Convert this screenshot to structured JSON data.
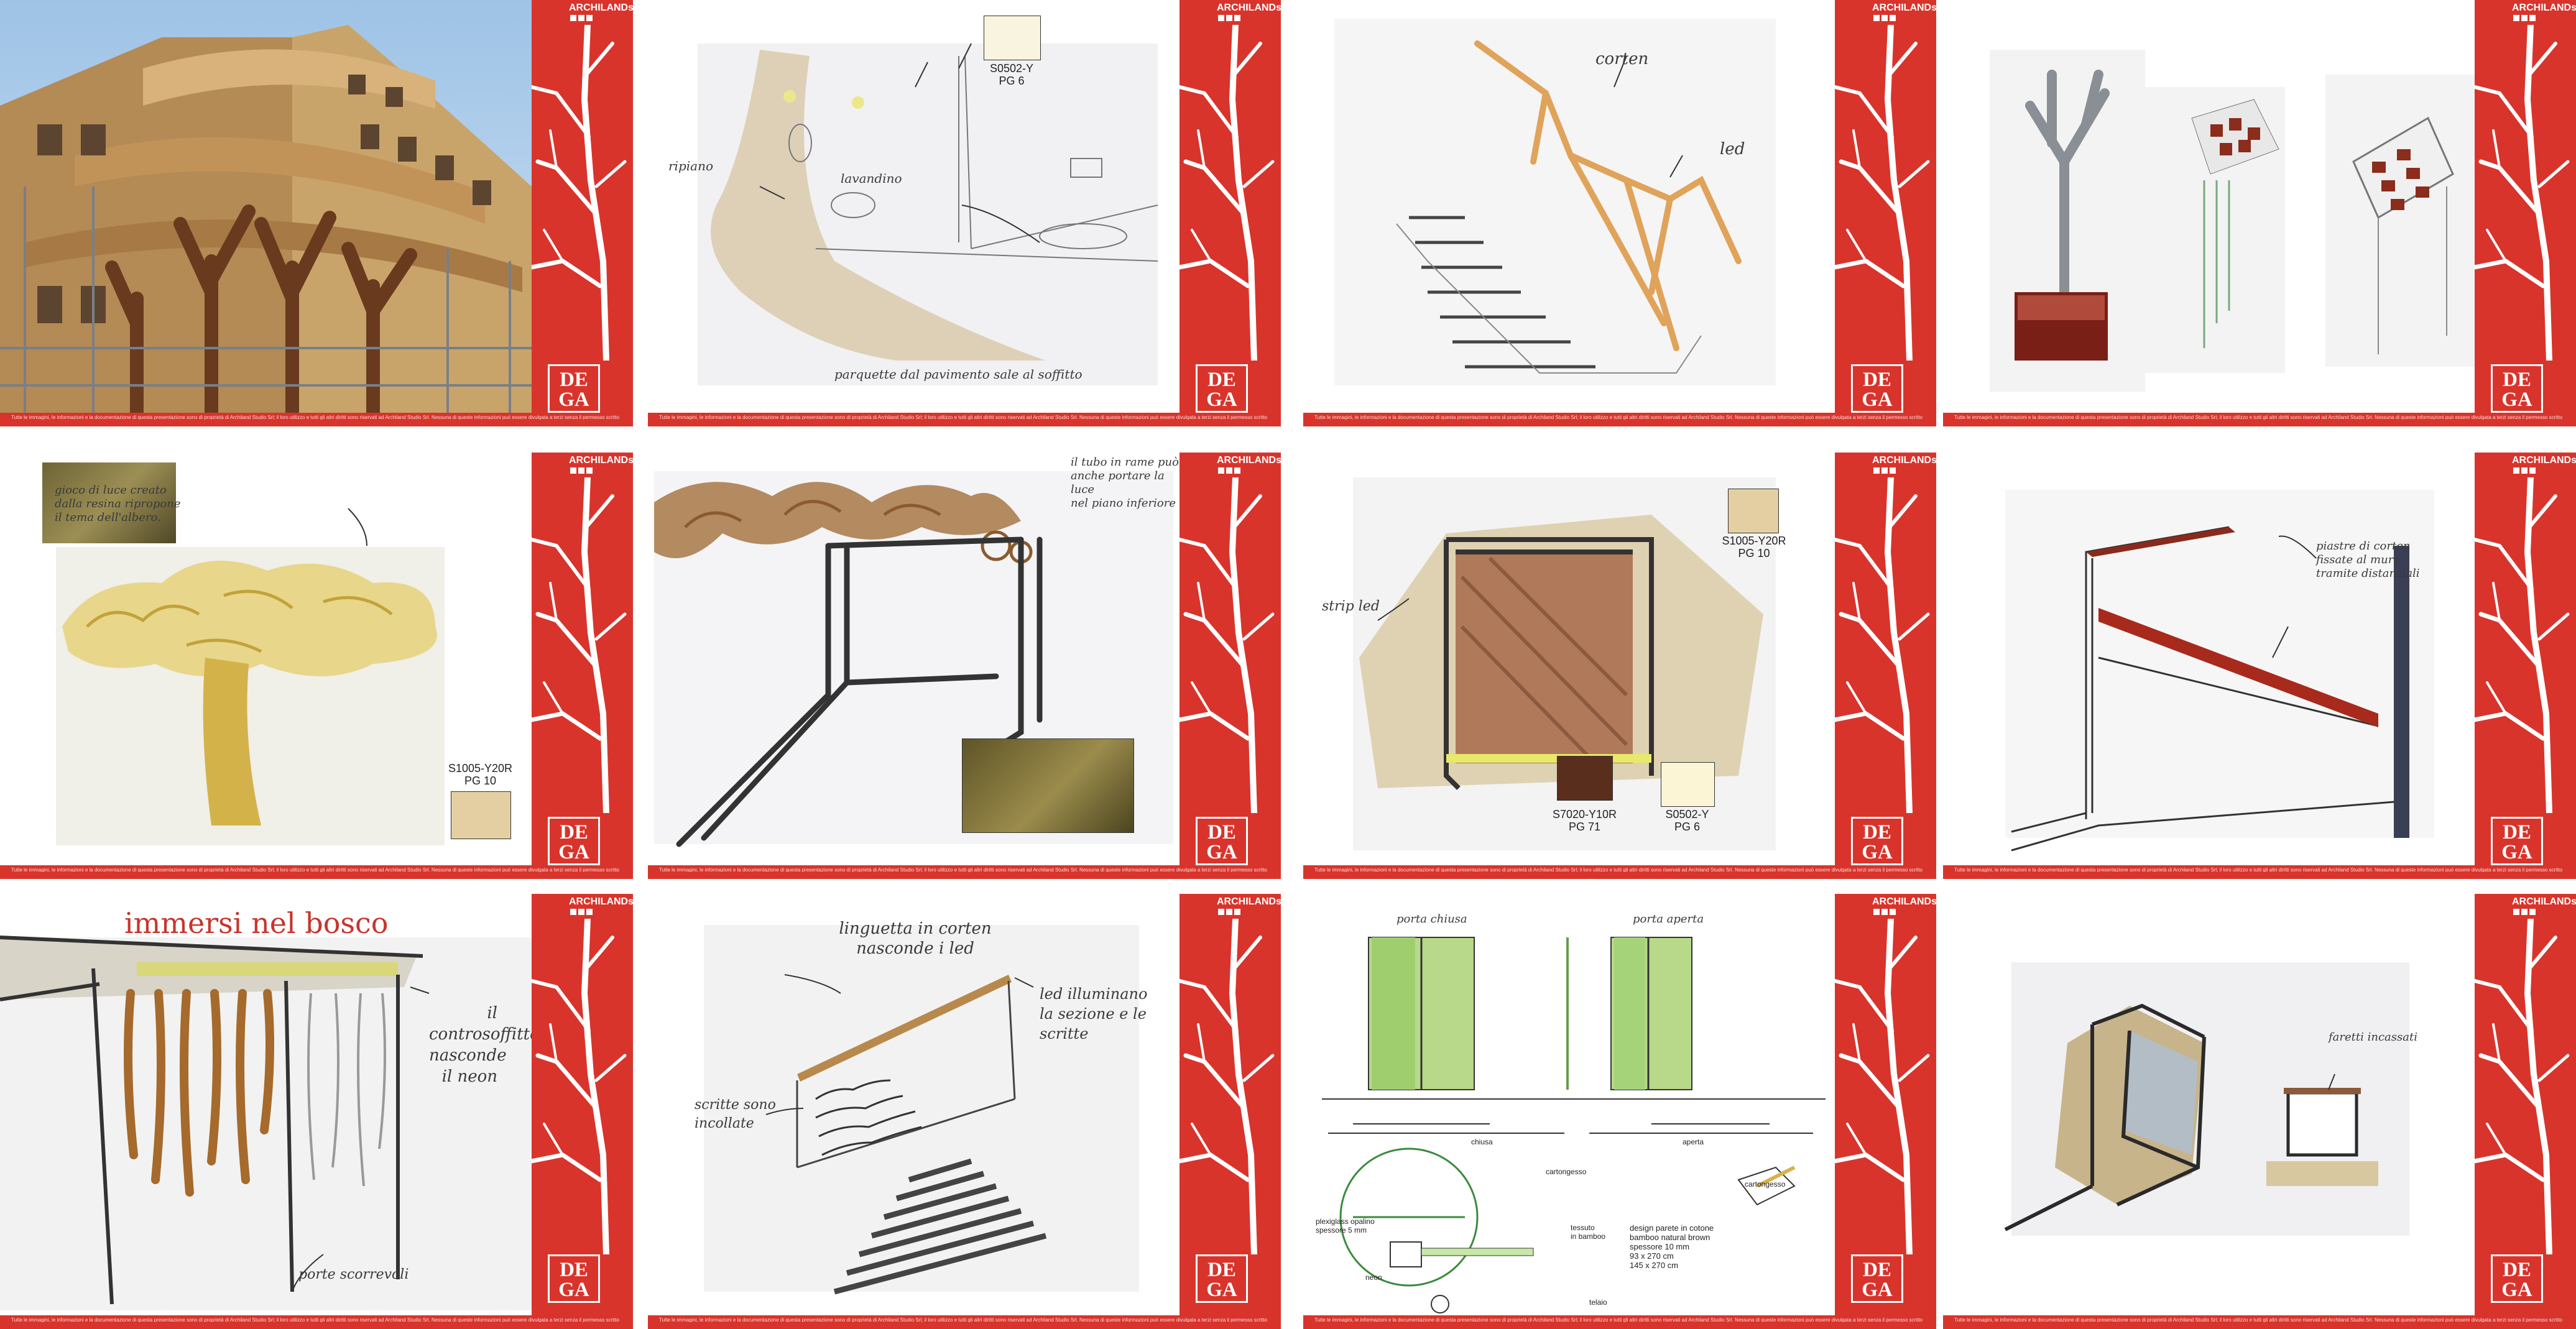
{
  "brand": {
    "studio_logo": "ARCHILANDstudio",
    "dega_logo_line1": "DE",
    "dega_logo_line2": "GA",
    "accent_color": "#d8342c"
  },
  "footer_disclaimer": "Tutte le immagini, le informazioni e la documentazione di questa presentazione sono di proprietà di Archiland Studio Srl; il loro utilizzo e tutti gli altri diritti sono riservati ad Archiland Studio Srl. Nessuna di queste informazioni può essere divulgata a terzi senza il permesso scritto di Archiland Studio Srl.",
  "panels": {
    "p2": {
      "swatch_code": "S0502-Y",
      "swatch_sub": "PG 6",
      "label_ripiano": "ripiano",
      "label_lavandino": "lavandino",
      "label_parquet": "parquette dal pavimento sale al soffitto"
    },
    "p3": {
      "label_corten": "corten",
      "label_led": "led"
    },
    "p5": {
      "note": "gioco di luce creato\ndalla resina ripropone\nil tema dell'albero.",
      "swatch_code": "S1005-Y20R",
      "swatch_sub": "PG 10"
    },
    "p6": {
      "note": "il tubo in rame può\nanche portare la luce\nnel piano inferiore"
    },
    "p7": {
      "label_strip": "strip led",
      "swatch1_code": "S1005-Y20R",
      "swatch1_sub": "PG 10",
      "swatch2_code": "S7020-Y10R",
      "swatch2_sub": "PG 71",
      "swatch3_code": "S0502-Y",
      "swatch3_sub": "PG 6"
    },
    "p8": {
      "note": "piastre di corten\nfissate al muro\ntramite distanziali"
    },
    "p9": {
      "title": "immersi nel bosco",
      "note_ceiling": "il\ncontrosoffitto\nnasconde\nil neon",
      "note_doors": "porte scorrevoli"
    },
    "p10": {
      "note_top": "linguetta in corten\nnasconde i led",
      "note_right": "led illuminano\nla sezione e le\nscritte",
      "note_left": "scritte sono\nincollate"
    },
    "p11": {
      "label_closed": "porta chiusa",
      "label_open": "porta aperta",
      "label_chiusa": "chiusa",
      "label_aperta": "aperta",
      "label_cartongesso": "cartongesso",
      "label_cartongesso2": "cartongesso",
      "label_plexi": "plexiglass opalino\nspessore 5 mm",
      "label_neon": "neon",
      "label_bamboo": "tessuto\nin bamboo",
      "label_telaio": "telaio",
      "label_design": "design parete in cotone\nbamboo natural brown\nspessore 10 mm\n93 x 270 cm\n145 x 270 cm"
    },
    "p12": {
      "label_faretti": "faretti incassati"
    }
  }
}
